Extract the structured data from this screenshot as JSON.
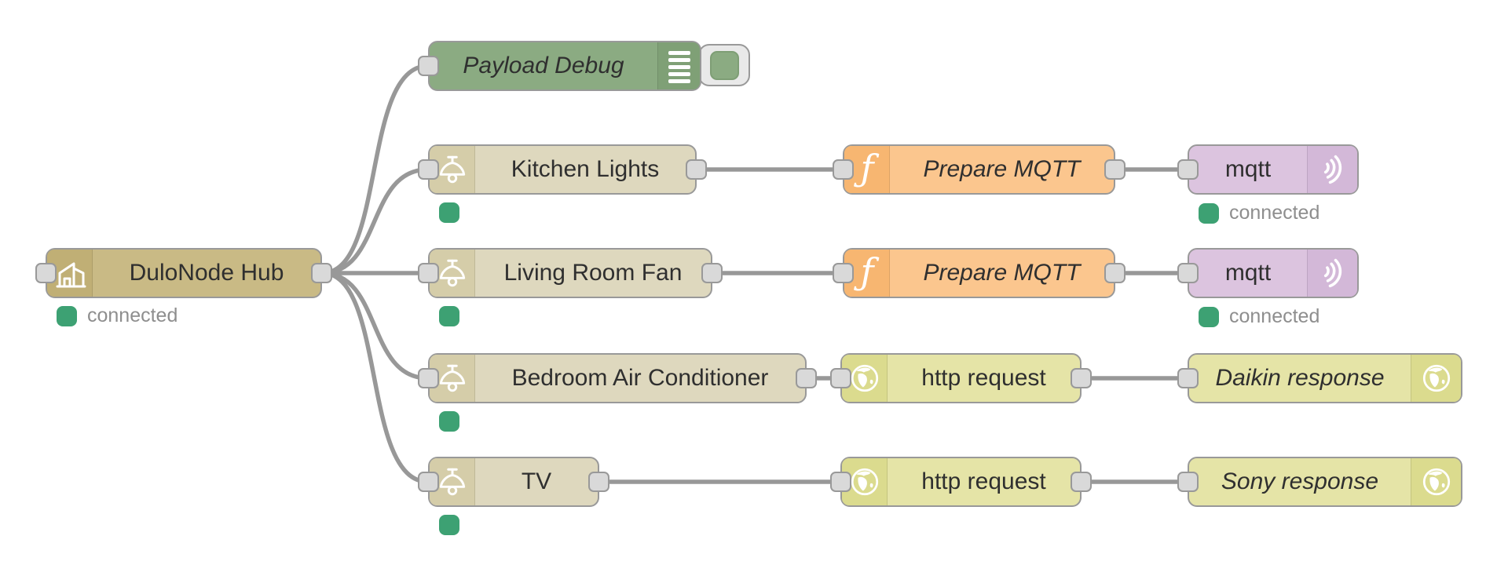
{
  "app": "flow-editor",
  "nodes": {
    "hub": {
      "label": "DuloNode Hub",
      "status": "connected",
      "type": "hub"
    },
    "debug": {
      "label": "Payload Debug",
      "type": "debug",
      "enabled": true
    },
    "kitchen": {
      "label": "Kitchen Lights",
      "type": "device",
      "status_dot": true
    },
    "living": {
      "label": "Living Room Fan",
      "type": "device",
      "status_dot": true
    },
    "bedroom": {
      "label": "Bedroom Air Conditioner",
      "type": "device",
      "status_dot": true
    },
    "tv": {
      "label": "TV",
      "type": "device",
      "status_dot": true
    },
    "prepare1": {
      "label": "Prepare MQTT",
      "type": "function"
    },
    "prepare2": {
      "label": "Prepare MQTT",
      "type": "function"
    },
    "mqtt1": {
      "label": "mqtt",
      "status": "connected",
      "type": "mqtt"
    },
    "mqtt2": {
      "label": "mqtt",
      "status": "connected",
      "type": "mqtt"
    },
    "http1": {
      "label": "http request",
      "type": "http-request"
    },
    "http2": {
      "label": "http request",
      "type": "http-request"
    },
    "daikin": {
      "label": "Daikin response",
      "type": "http-response"
    },
    "sony": {
      "label": "Sony response",
      "type": "http-response"
    }
  },
  "wires": [
    "hub→debug",
    "hub→kitchen",
    "hub→living",
    "hub→bedroom",
    "hub→tv",
    "kitchen→prepare1",
    "prepare1→mqtt1",
    "living→prepare2",
    "prepare2→mqtt2",
    "bedroom→http1",
    "http1→daikin",
    "tv→http2",
    "http2→sony"
  ],
  "icons": {
    "hub": "home-building-icon",
    "device": "pendant-lamp-icon",
    "function": "function-f-icon",
    "function_glyph": "ƒ",
    "mqtt": "signal-arcs-icon",
    "http": "globe-icon",
    "debug": "list-lines-icon"
  },
  "colors": {
    "wire": "#989898",
    "node_border": "#999999",
    "status_green": "#3da173",
    "status_text": "#8e8e8e",
    "label_text": "#2f2f2f",
    "hub_body": "#c9ba85",
    "device_body": "#ded8be",
    "debug_body": "#8bab82",
    "function_body": "#fbc68e",
    "mqtt_body": "#dcc4df",
    "http_body": "#e5e4a7",
    "port_fill": "#d9d9d9",
    "canvas_bg": "#ffffff"
  }
}
